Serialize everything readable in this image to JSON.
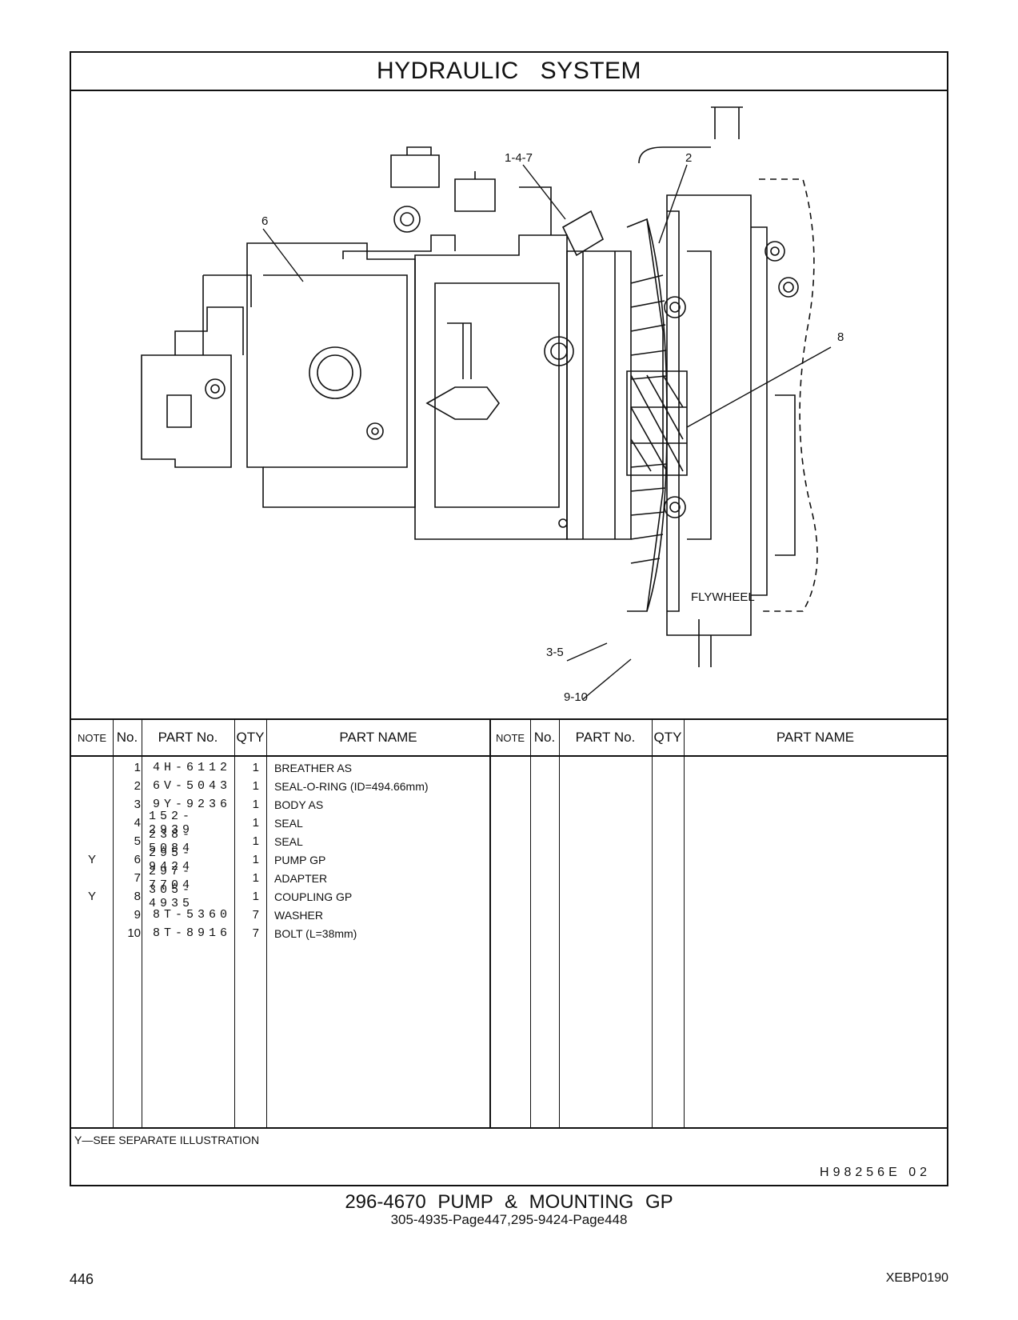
{
  "section_title": "HYDRAULIC   SYSTEM",
  "illustration": {
    "callouts": [
      "1-4-7",
      "2",
      "6",
      "8",
      "FLYWHEEL",
      "3-5",
      "9-10"
    ]
  },
  "table": {
    "headers": {
      "note": "NOTE",
      "no": "No.",
      "part_no": "PART No.",
      "qty": "QTY",
      "part_name": "PART NAME"
    },
    "rows": [
      {
        "note": "",
        "no": "1",
        "part_no": "4H-6112",
        "qty": "1",
        "name": "BREATHER  AS"
      },
      {
        "note": "",
        "no": "2",
        "part_no": "6V-5043",
        "qty": "1",
        "name": "SEAL-O-RING (ID=494.66mm)"
      },
      {
        "note": "",
        "no": "3",
        "part_no": "9Y-9236",
        "qty": "1",
        "name": "BODY  AS"
      },
      {
        "note": "",
        "no": "4",
        "part_no": "152-2939",
        "qty": "1",
        "name": "SEAL"
      },
      {
        "note": "",
        "no": "5",
        "part_no": "238-5084",
        "qty": "1",
        "name": "SEAL"
      },
      {
        "note": "Y",
        "no": "6",
        "part_no": "295-9424",
        "qty": "1",
        "name": "PUMP  GP"
      },
      {
        "note": "",
        "no": "7",
        "part_no": "297-7704",
        "qty": "1",
        "name": "ADAPTER"
      },
      {
        "note": "Y",
        "no": "8",
        "part_no": "305-4935",
        "qty": "1",
        "name": "COUPLING  GP"
      },
      {
        "note": "",
        "no": "9",
        "part_no": "8T-5360",
        "qty": "7",
        "name": "WASHER"
      },
      {
        "note": "",
        "no": "10",
        "part_no": "8T-8916",
        "qty": "7",
        "name": "BOLT (L=38mm)"
      }
    ]
  },
  "footnote": "Y—SEE  SEPARATE  ILLUSTRATION",
  "illustration_code": "H98256E    02",
  "caption_main": "296-4670   PUMP  &  MOUNTING  GP",
  "caption_sub": "305-4935-Page447,295-9424-Page448",
  "page_number": "446",
  "document_id": "XEBP0190"
}
